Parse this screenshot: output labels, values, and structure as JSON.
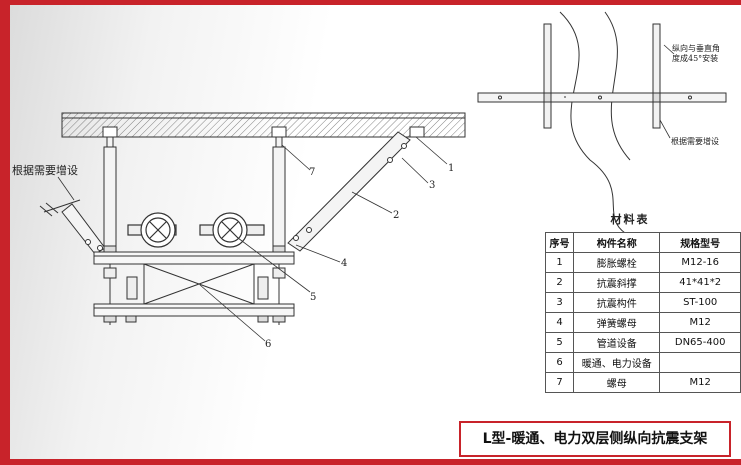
{
  "note_left": "根据需要增设",
  "note_top_right": "纵向与垂直角\n度成45°安装",
  "note_right": "根据需要增设",
  "callouts": [
    "1",
    "2",
    "3",
    "4",
    "5",
    "6",
    "7"
  ],
  "materials": {
    "title": "材料表",
    "headers": [
      "序号",
      "构件名称",
      "规格型号"
    ],
    "rows": [
      [
        "1",
        "膨胀螺栓",
        "M12-16"
      ],
      [
        "2",
        "抗震斜撑",
        "41*41*2"
      ],
      [
        "3",
        "抗震构件",
        "ST-100"
      ],
      [
        "4",
        "弹簧螺母",
        "M12"
      ],
      [
        "5",
        "管道设备",
        "DN65-400"
      ],
      [
        "6",
        "暖通、电力设备",
        ""
      ],
      [
        "7",
        "螺母",
        "M12"
      ]
    ]
  },
  "title": "L型-暖通、电力双层侧纵向抗震支架",
  "colors": {
    "frame": "#c8232a"
  }
}
